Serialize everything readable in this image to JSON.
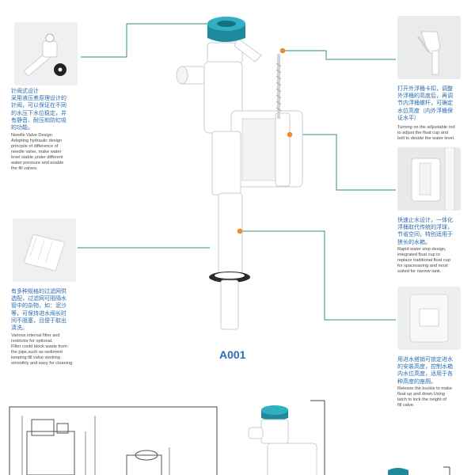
{
  "model": "A001",
  "colors": {
    "accent_blue": "#2a6db0",
    "line_teal": "#2d8c85",
    "cap_teal": "#1f8a9c",
    "dot_orange": "#f08a2c"
  },
  "features": {
    "needle_valve": {
      "cn": [
        "针阀式设计",
        "采用液压差原理设计的",
        "针阀，可以保证在不同",
        "的水压下水位稳定，并",
        "有静音、耐压和防虹吸",
        "的功能。"
      ],
      "en": [
        "Needle Valve Design",
        "Adopting hydraulic design",
        "principle of difference of",
        "needle valve, make water",
        "level stable under different",
        "water pressure and enable",
        "the fill valves."
      ]
    },
    "filter": {
      "cn": [
        "有多种规格的过滤网供",
        "选配，过滤网可阻隔水",
        "管中的杂物，如：泥沙",
        "等，可保持进水阀长时",
        "间不阻塞，且便于取出",
        "清洗。"
      ],
      "en": [
        "Various internal filter and",
        "restrictor for optional.",
        "Filter conld block waste from",
        "the pipe,such as sediment",
        "keeping fill valve working",
        "smoothly and easy for cleaning."
      ]
    },
    "adjustable_rod": {
      "cn": [
        "打开外浮桶卡扣，调整",
        "外浮桶的高度后，再调",
        "节内浮桶螺杆，可确定",
        "水位高度（内外浮桶保",
        "证水平）"
      ],
      "en": [
        "Turning on the adjustable rod",
        "to adjust the float cup and",
        "bolt to deside the water level."
      ]
    },
    "water_stop": {
      "cn": [
        "快速止水设计，一体化",
        "浮桶取代传统的浮球，",
        "节省空间，特别适用于",
        "狭长的水箱。"
      ],
      "en": [
        "Rapid water stop design,",
        "integrated float cup to",
        "replace traditional float cup",
        "for spacesaving and most",
        "suited for narrow tank."
      ]
    },
    "buckle": {
      "cn": [
        "用进水搭销可锁定进水",
        "的安装高度，控制水箱",
        "内水位高度，适用于各",
        "种高度的座厕。"
      ],
      "en": [
        "Release the buckle to make",
        "float up and down.Using",
        "latch to lock the neight of",
        "fill valve."
      ]
    }
  }
}
